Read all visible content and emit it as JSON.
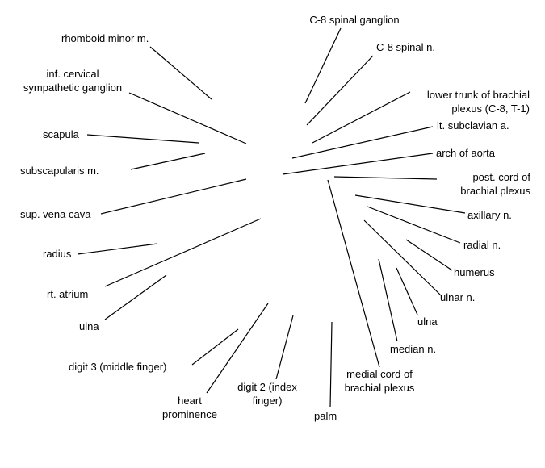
{
  "labels": {
    "c8_spinal_ganglion": "C-8 spinal ganglion",
    "c8_spinal_n": "C-8 spinal n.",
    "lower_trunk": "lower trunk of brachial plexus (C-8, T-1)",
    "lt_subclavian": "lt. subclavian a.",
    "arch_of_aorta": "arch of aorta",
    "post_cord": "post. cord of brachial plexus",
    "axillary_n": "axillary n.",
    "radial_n": "radial n.",
    "humerus": "humerus",
    "ulnar_n": "ulnar n.",
    "ulna_right": "ulna",
    "median_n": "median n.",
    "medial_cord": "medial cord of brachial plexus",
    "palm": "palm",
    "digit2": "digit 2 (index finger)",
    "heart_prominence": "heart prominence",
    "digit3": "digit 3 (middle finger)",
    "ulna_left": "ulna",
    "rt_atrium": "rt. atrium",
    "radius": "radius",
    "sup_vena_cava": "sup. vena cava",
    "subscapularis": "subscapularis m.",
    "scapula": "scapula",
    "inf_cervical": "inf. cervical sympathetic ganglion",
    "rhomboid_minor": "rhomboid minor m."
  }
}
